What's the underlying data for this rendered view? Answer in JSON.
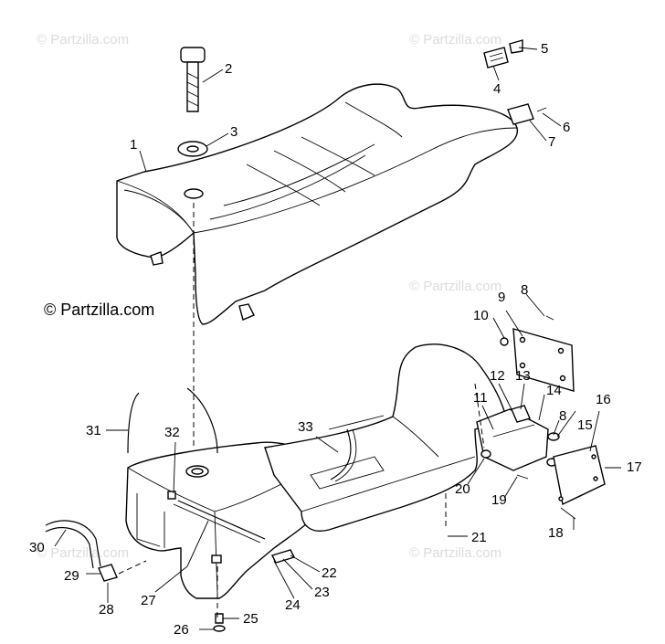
{
  "watermark": {
    "main": "© Partzilla.com",
    "faint": "© Partzilla.com"
  },
  "callouts": [
    "1",
    "2",
    "3",
    "4",
    "5",
    "6",
    "7",
    "8",
    "9",
    "10",
    "11",
    "12",
    "13",
    "14",
    "8",
    "15",
    "16",
    "17",
    "18",
    "19",
    "20",
    "21",
    "22",
    "23",
    "24",
    "25",
    "26",
    "27",
    "28",
    "29",
    "30",
    "31",
    "32",
    "33"
  ]
}
